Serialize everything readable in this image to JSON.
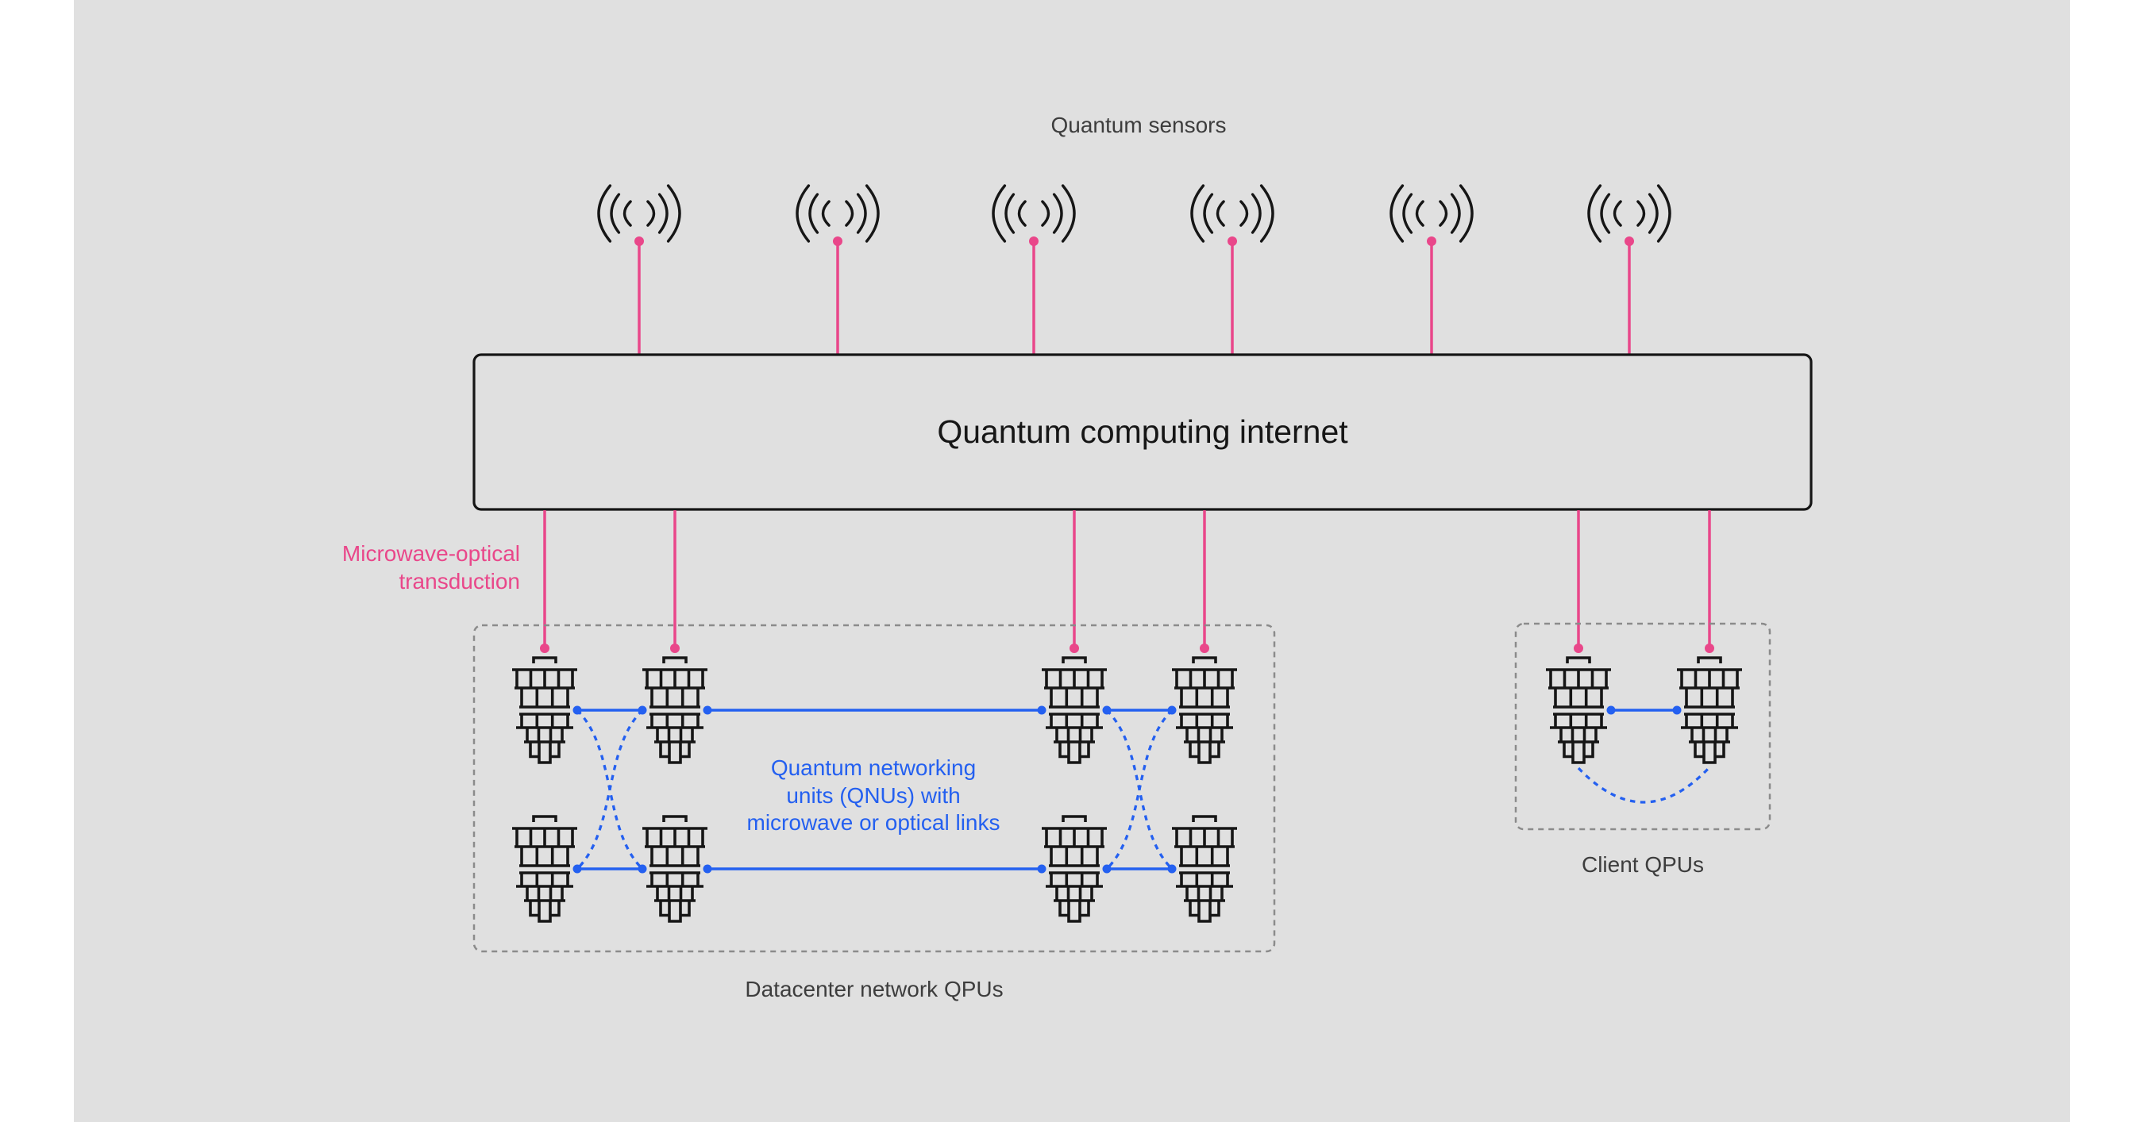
{
  "colors": {
    "page_bg": "#ffffff",
    "slide_bg": "#e0e0e0",
    "ink": "#161616",
    "gray_text": "#3d3d3d",
    "dash_gray": "#8b8b8b",
    "pink": "#e9478a",
    "blue": "#2460f0"
  },
  "labels": {
    "sensors": "Quantum sensors",
    "internet_box": "Quantum computing internet",
    "transduction_line1": "Microwave-optical",
    "transduction_line2": "transduction",
    "qnu_line1": "Quantum networking",
    "qnu_line2": "units (QNUs) with",
    "qnu_line3": "microwave or optical links",
    "datacenter": "Datacenter network QPUs",
    "client": "Client QPUs"
  },
  "icons": {
    "sensor": "radio-waves-icon",
    "qpu": "quantum-processor-icon"
  },
  "structure": {
    "sensor_count": 6,
    "datacenter_qpu_count": 8,
    "client_qpu_count": 2,
    "links": {
      "sensor_to_internet": "pink transduction lines",
      "internet_to_qpu": "pink transduction lines",
      "qpu_to_qpu": "blue QNU microwave/optical links"
    }
  }
}
